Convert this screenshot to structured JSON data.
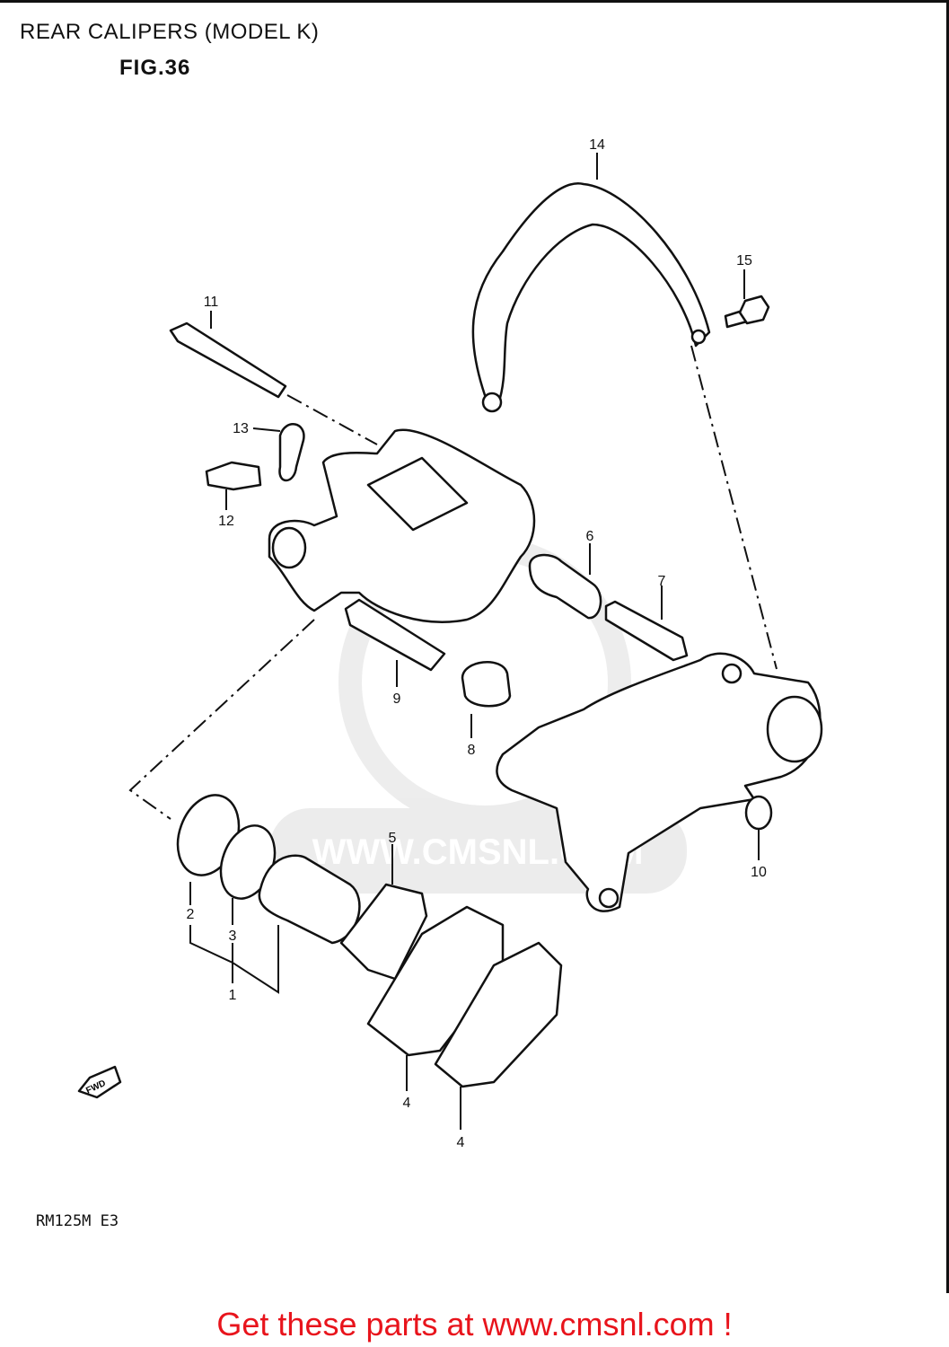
{
  "header": {
    "title": "REAR CALIPERS (MODEL K)",
    "figure": "FIG.36"
  },
  "footer": {
    "model_code": "RM125M E3",
    "call_to_action": "Get these parts at www.cmsnl.com !"
  },
  "watermark": {
    "text": "WWW.CMSNL.COM"
  },
  "direction_marker": {
    "text": "FWD"
  },
  "callouts": [
    "1",
    "2",
    "3",
    "4",
    "4",
    "5",
    "6",
    "7",
    "8",
    "9",
    "10",
    "11",
    "12",
    "13",
    "14",
    "15"
  ],
  "colors": {
    "line_art": "#111111",
    "call_to_action": "#e8141c",
    "watermark": "#d9d9d9"
  }
}
